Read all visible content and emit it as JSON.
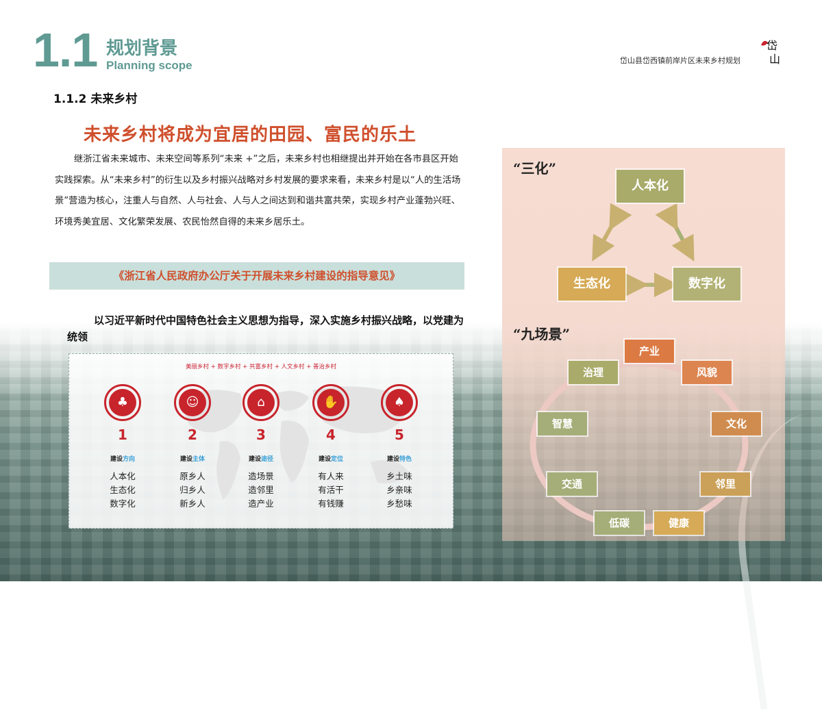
{
  "header": {
    "section_number": "1.1",
    "section_title_cn": "规划背景",
    "section_title_en": "Planning scope",
    "project_title": "岱山县岱西镇前岸片区未来乡村规划",
    "logo_text": "岱山"
  },
  "subsection": "1.1.2 未来乡村",
  "main_title": "未来乡村将成为宜居的田园、富民的乐土",
  "body": "继浙江省未来城市、未来空间等系列“未来 +”之后，未来乡村也相继提出并开始在各市县区开始实践探索。从“未来乡村”的衍生以及乡村振兴战略对乡村发展的要求来看，未来乡村是以“人的生活场景”营造为核心，注重人与自然、人与社会、人与人之间达到和谐共富共荣，实现乡村产业蓬勃兴旺、环境秀美宜居、文化繁荣发展、农民怡然自得的未来乡居乐土。",
  "document_banner": "《浙江省人民政府办公厅关于开展未来乡村建设的指导意见》",
  "guide_text": "以习近平新时代中国特色社会主义思想为指导，深入实施乡村振兴战略，以党建为统领",
  "infographic": {
    "tagline": "美丽乡村 + 数字乡村 + 共富乡村 + 人文乡村 + 善治乡村",
    "items": [
      {
        "icon": "community-icon",
        "glyph": "♣",
        "number": "1",
        "build_prefix": "建设",
        "build_key": "方向",
        "lines": [
          "人本化",
          "生态化",
          "数字化"
        ]
      },
      {
        "icon": "people-icon",
        "glyph": "☺",
        "number": "2",
        "build_prefix": "建设",
        "build_key": "主体",
        "lines": [
          "原乡人",
          "归乡人",
          "新乡人"
        ]
      },
      {
        "icon": "home-icon",
        "glyph": "⌂",
        "number": "3",
        "build_prefix": "建设",
        "build_key": "途径",
        "lines": [
          "造场景",
          "造邻里",
          "造产业"
        ]
      },
      {
        "icon": "handshake-icon",
        "glyph": "✋",
        "number": "4",
        "build_prefix": "建设",
        "build_key": "定位",
        "lines": [
          "有人来",
          "有活干",
          "有钱赚"
        ]
      },
      {
        "icon": "tree-icon",
        "glyph": "♠",
        "number": "5",
        "build_prefix": "建设",
        "build_key": "特色",
        "lines": [
          "乡土味",
          "乡亲味",
          "乡愁味"
        ]
      }
    ]
  },
  "three": {
    "label": "“三化”",
    "top": "人本化",
    "left": "生态化",
    "right": "数字化"
  },
  "nine": {
    "label": "“九场景”",
    "scenes": [
      "产业",
      "风貌",
      "文化",
      "邻里",
      "健康",
      "低碳",
      "交通",
      "智慧",
      "治理"
    ]
  },
  "colors": {
    "teal": "#5f9a93",
    "red": "#cf4f2c",
    "banner_bg": "#c9dfdb",
    "panel_bg": "#f7dacf"
  }
}
